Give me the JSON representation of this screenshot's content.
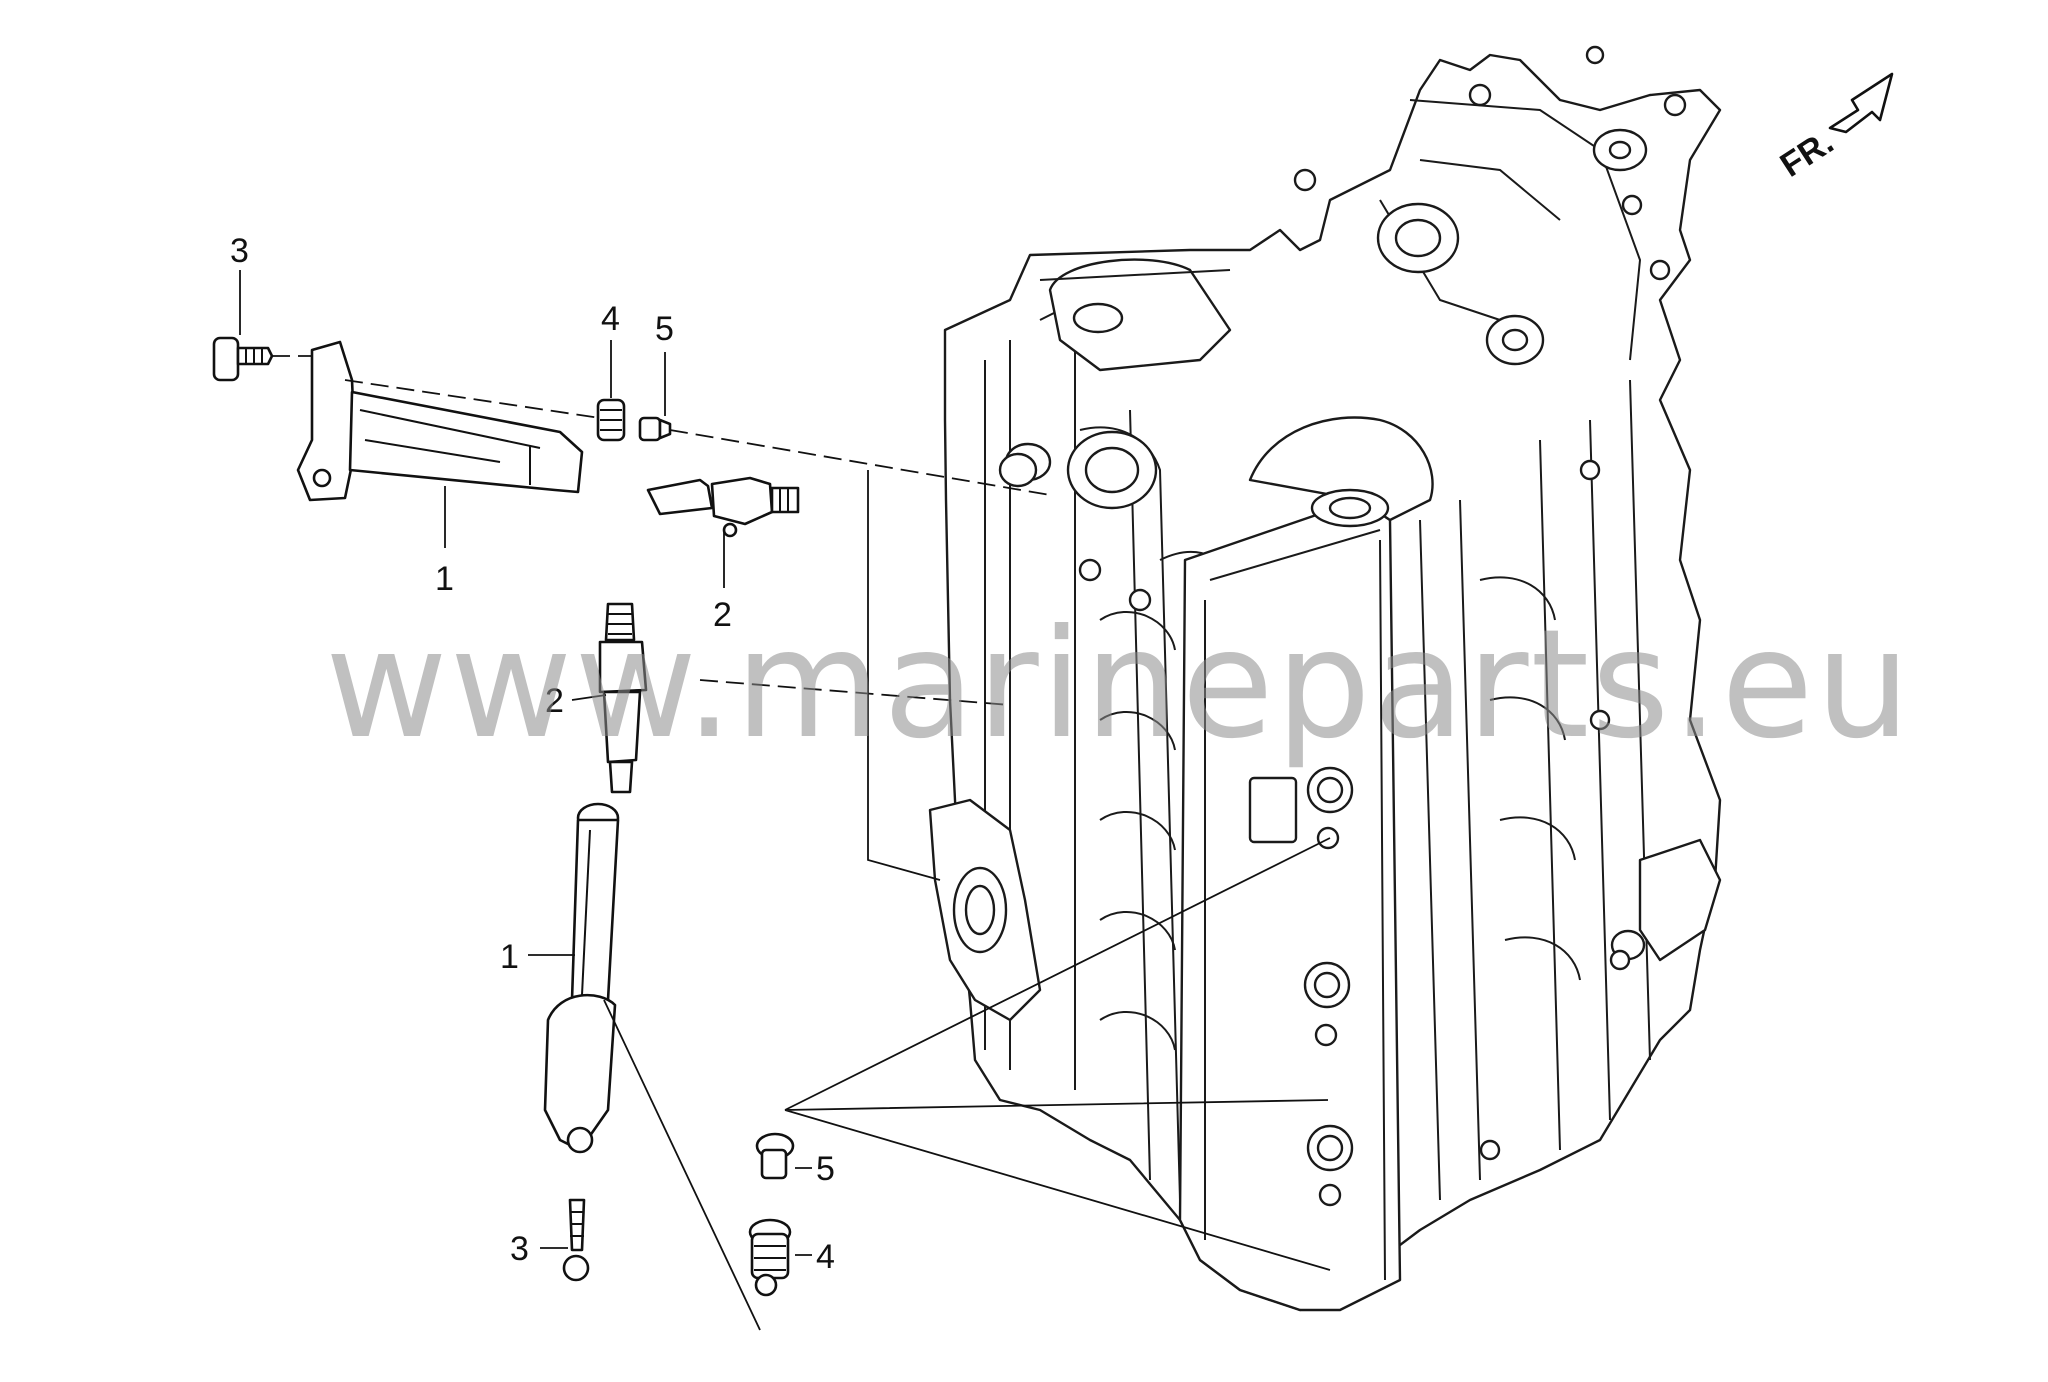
{
  "diagram": {
    "callouts": {
      "upper_bolt": "3",
      "upper_coil": "1",
      "upper_seal": "4",
      "upper_washer": "5",
      "upper_plug": "2",
      "lower_plug": "2",
      "lower_coil": "1",
      "lower_bolt": "3",
      "lower_washer": "5",
      "lower_seal": "4"
    },
    "front_marker": "FR.",
    "watermark": "www.marineparts.eu"
  }
}
